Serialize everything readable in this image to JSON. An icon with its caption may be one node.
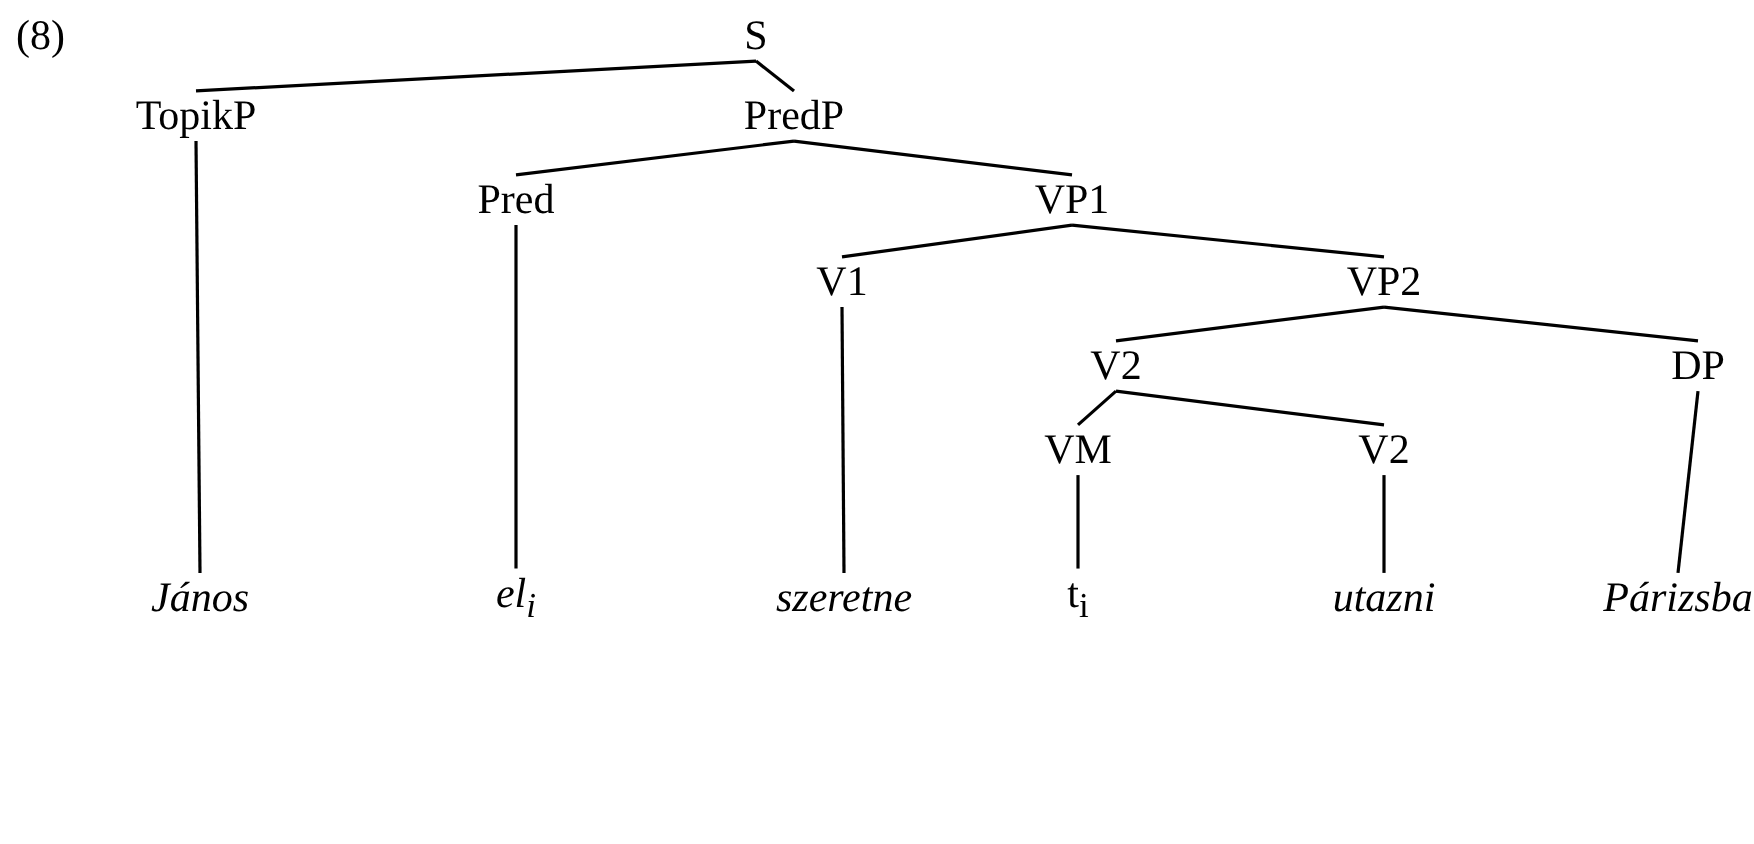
{
  "diagram": {
    "nodes": [
      {
        "text": [
          "S"
        ]
      },
      {
        "text": [
          "TopikP"
        ]
      },
      {
        "text": [
          "PredP"
        ]
      },
      {
        "text": [
          "Pred"
        ]
      },
      {
        "text": [
          "VP1"
        ]
      },
      {
        "text": [
          "V1"
        ]
      },
      {
        "text": [
          "VP2"
        ]
      },
      {
        "text": [
          "V2"
        ]
      },
      {
        "text": [
          "DP"
        ]
      },
      {
        "text": [
          "VM"
        ]
      },
      {
        "text": [
          "V2"
        ]
      },
      {
        "text": [
          "János"
        ]
      },
      {
        "text": [
          "el$_{i}$"
        ]
      },
      {
        "text": [
          "szeretne"
        ]
      },
      {
        "text": [
          "t$_{i}$"
        ]
      },
      {
        "text": [
          "utazni"
        ]
      },
      {
        "text": [
          "Párizsba"
        ]
      }
    ],
    "edges": [
      {
        "from": 0,
        "to": 1,
        "arrow": "none"
      },
      {
        "from": 0,
        "to": 2,
        "arrow": "none"
      },
      {
        "from": 1,
        "to": 11,
        "arrow": "none"
      },
      {
        "from": 2,
        "to": 3,
        "arrow": "none"
      },
      {
        "from": 2,
        "to": 4,
        "arrow": "none"
      },
      {
        "from": 3,
        "to": 12,
        "arrow": "none"
      },
      {
        "from": 4,
        "to": 5,
        "arrow": "none"
      },
      {
        "from": 4,
        "to": 6,
        "arrow": "none"
      },
      {
        "from": 5,
        "to": 13,
        "arrow": "none"
      },
      {
        "from": 6,
        "to": 7,
        "arrow": "none"
      },
      {
        "from": 6,
        "to": 8,
        "arrow": "none"
      },
      {
        "from": 7,
        "to": 9,
        "arrow": "none"
      },
      {
        "from": 7,
        "to": 10,
        "arrow": "none"
      },
      {
        "from": 8,
        "to": 16,
        "arrow": "none"
      },
      {
        "from": 9,
        "to": 14,
        "arrow": "none"
      },
      {
        "from": 10,
        "to": 15,
        "arrow": "none"
      }
    ],
    "labels": [
      "(8)"
    ]
  }
}
